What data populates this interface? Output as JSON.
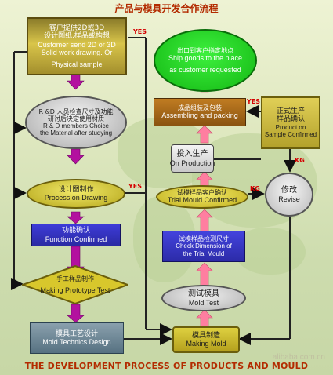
{
  "title_cn": "产品与模具开发合作流程",
  "title_en": "THE DEVELOPMENT PROCESS OF PRODUCTS AND MOULD",
  "watermark": "alibaba.com.cn",
  "nodes": {
    "customer_provide": {
      "zh": "客户提供2D或3D",
      "zh2": "设计图纸,样品或构想",
      "en1": "Customer send 2D or 3D",
      "en2": "Solid work drawing. Or",
      "en3": "Physical sample"
    },
    "rd_check": {
      "zh": "R &D 人员检查尺寸及功能",
      "zh2": "研讨后决定使用材质",
      "en1": "R & D members Choice",
      "en2": "the Material after studying"
    },
    "process_drawing": {
      "zh": "设计图制作",
      "en": "Process on Drawing"
    },
    "function_confirm": {
      "zh": "功能确认",
      "en": "Function Confirmed"
    },
    "prototype_test": {
      "zh": "手工样品制作",
      "en": "Making Prototype Test"
    },
    "mold_technics": {
      "zh": "模具工艺设计",
      "en": "Mold Technics Design"
    },
    "ship_goods": {
      "zh": "出口到客户指定地点",
      "en1": "Ship goods to the place",
      "en2": "as customer requested"
    },
    "assembling": {
      "zh": "成品组装及包装",
      "en": "Assembling and packing"
    },
    "on_production": {
      "zh": "投入生产",
      "en": "On Production"
    },
    "trial_confirmed": {
      "zh": "试模样品客户确认",
      "en": "Trial Mould Confirmed"
    },
    "check_dimension": {
      "zh": "试模样品检测尺寸",
      "en1": "Check Dimension of",
      "en2": "the Trial Mould"
    },
    "mold_test": {
      "zh": "测试模具",
      "en": "Mold Test"
    },
    "making_mold": {
      "zh": "模具制造",
      "en": "Making Mold"
    },
    "sample_confirmed": {
      "zh": "正式生产",
      "zh2": "样品确认",
      "en1": "Product on",
      "en2": "Sample Confirmed"
    },
    "revise": {
      "zh": "修改",
      "en": "Revise"
    }
  },
  "labels": {
    "yes": "YES",
    "kg": "KG"
  }
}
